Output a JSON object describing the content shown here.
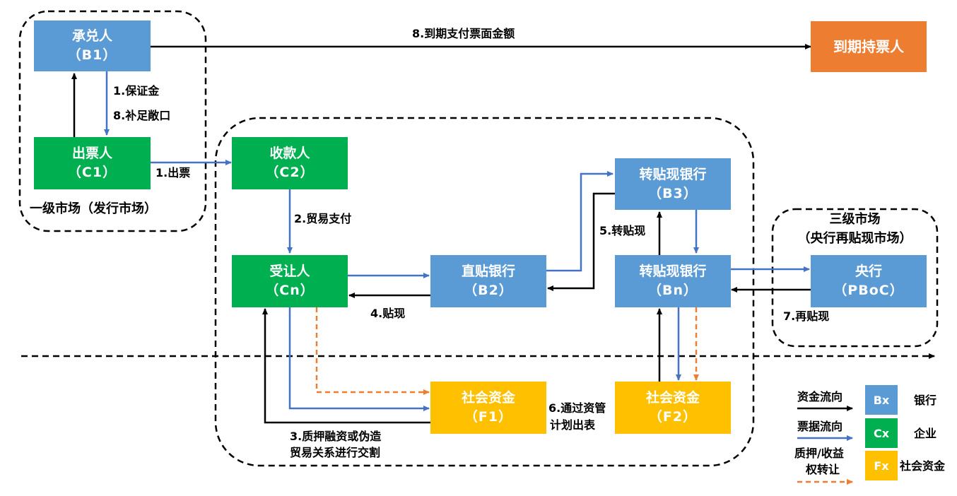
{
  "nodes": {
    "acceptor": {
      "name": "承兑人",
      "code": "（B1）"
    },
    "holder": {
      "name": "到期持票人"
    },
    "drawer": {
      "name": "出票人",
      "code": "（C1）"
    },
    "payee": {
      "name": "收款人",
      "code": "（C2）"
    },
    "transferee": {
      "name": "受让人",
      "code": "（Cn）"
    },
    "direct_bank": {
      "name": "直贴银行",
      "code": "（B2）"
    },
    "rediscount_bank_b3": {
      "name": "转贴现银行",
      "code": "（B3）"
    },
    "rediscount_bank_bn": {
      "name": "转贴现银行",
      "code": "（Bn）"
    },
    "central_bank": {
      "name": "央行",
      "code": "（PBoC）"
    },
    "social_f1": {
      "name": "社会资金",
      "code": "（F1）"
    },
    "social_f2": {
      "name": "社会资金",
      "code": "（F2）"
    }
  },
  "flows": {
    "deposit": "1.保证金",
    "top_up": "8.补足敞口",
    "issue": "1.出票",
    "maturity_pay": "8.到期支付票面金额",
    "trade_pay": "2.贸易支付",
    "pledge_line1": "3.质押融资或伪造",
    "pledge_line2": "贸易关系进行交割",
    "discount": "4.贴现",
    "rediscount_interbank": "5.转贴现",
    "asset_mgmt_line1": "6.通过资管",
    "asset_mgmt_line2": "计划出表",
    "rediscount_central": "7.再贴现"
  },
  "regions": {
    "primary": "一级市场（发行市场）",
    "tertiary_line1": "三级市场",
    "tertiary_line2": "（央行再贴现市场）"
  },
  "legend": {
    "fund_flow": "资金流向",
    "bill_flow": "票据流向",
    "pledge_line1": "质押/收益",
    "pledge_line2": "权转让",
    "bank_code": "Bx",
    "bank_label": "银行",
    "corp_code": "Cx",
    "corp_label": "企业",
    "social_code": "Fx",
    "social_label": "社会资金"
  },
  "colors": {
    "bank": "#5b9bd5",
    "corporate": "#00b050",
    "social_fund": "#ffc000",
    "holder": "#ed7d31",
    "fund_arrow": "#000000",
    "bill_arrow": "#4472c4",
    "pledge_arrow": "#ed7d31"
  }
}
